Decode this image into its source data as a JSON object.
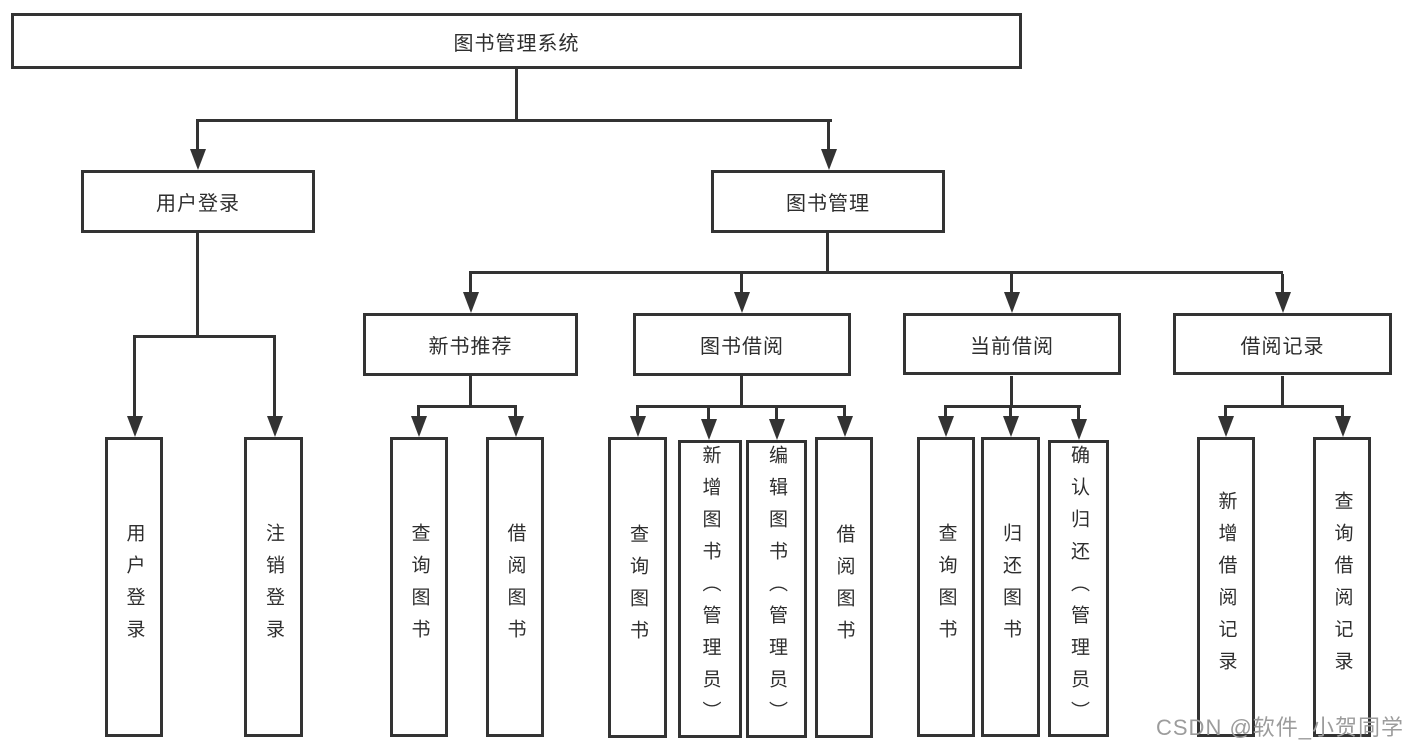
{
  "diagram": {
    "title": "图书管理系统",
    "watermark": "CSDN @软件_小贺同学",
    "colors": {
      "line": "#333333",
      "text": "#2e2e2e",
      "watermark": "#9c9c9c",
      "background": "#ffffff"
    },
    "nodes": {
      "root": "图书管理系统",
      "user_login": "用户登录",
      "book_mgmt": "图书管理",
      "new_book_rec": "新书推荐",
      "book_borrow": "图书借阅",
      "current_borrow": "当前借阅",
      "borrow_records": "借阅记录",
      "leaf_user_login": "用户登录",
      "leaf_logout": "注销登录",
      "leaf_query_book_a": "查询图书",
      "leaf_borrow_book_a": "借阅图书",
      "leaf_query_book_b": "查询图书",
      "leaf_add_book": "新增图书（管理员）",
      "leaf_edit_book": "编辑图书（管理员）",
      "leaf_borrow_book_b": "借阅图书",
      "leaf_query_book_c": "查询图书",
      "leaf_return_book": "归还图书",
      "leaf_confirm_return": "确认归还（管理员）",
      "leaf_add_record": "新增借阅记录",
      "leaf_query_record": "查询借阅记录"
    },
    "tree": {
      "label": "图书管理系统",
      "children": [
        {
          "label": "用户登录",
          "children": [
            {
              "label": "用户登录"
            },
            {
              "label": "注销登录"
            }
          ]
        },
        {
          "label": "图书管理",
          "children": [
            {
              "label": "新书推荐",
              "children": [
                {
                  "label": "查询图书"
                },
                {
                  "label": "借阅图书"
                }
              ]
            },
            {
              "label": "图书借阅",
              "children": [
                {
                  "label": "查询图书"
                },
                {
                  "label": "新增图书（管理员）"
                },
                {
                  "label": "编辑图书（管理员）"
                },
                {
                  "label": "借阅图书"
                }
              ]
            },
            {
              "label": "当前借阅",
              "children": [
                {
                  "label": "查询图书"
                },
                {
                  "label": "归还图书"
                },
                {
                  "label": "确认归还（管理员）"
                }
              ]
            },
            {
              "label": "借阅记录",
              "children": [
                {
                  "label": "新增借阅记录"
                },
                {
                  "label": "查询借阅记录"
                }
              ]
            }
          ]
        }
      ]
    }
  }
}
